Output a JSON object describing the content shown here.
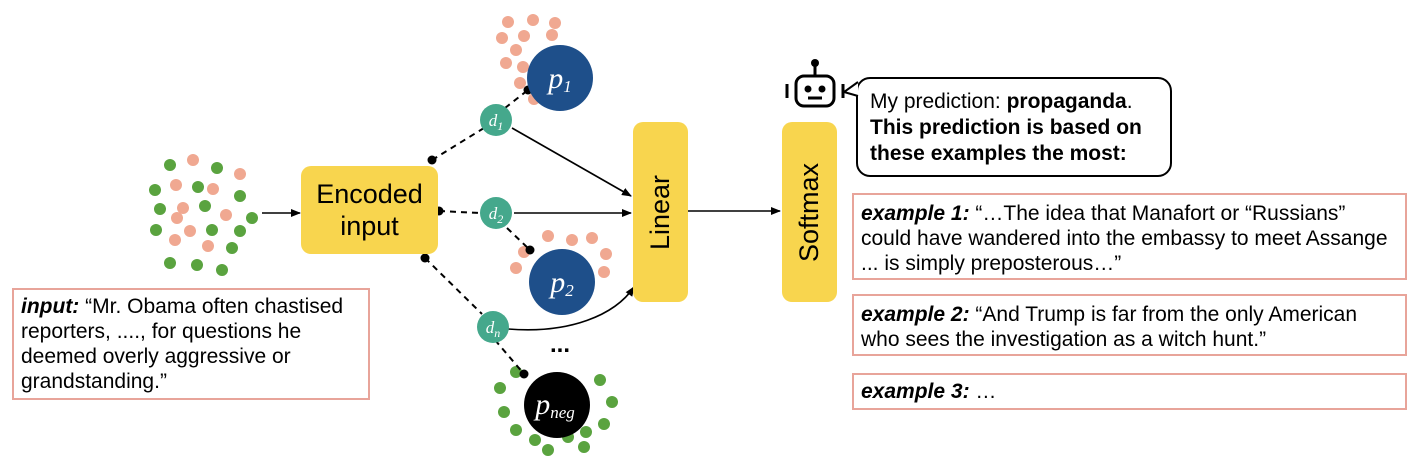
{
  "encoder_label": "Encoded input",
  "linear_label": "Linear",
  "softmax_label": "Softmax",
  "prototypes": {
    "p1": "p",
    "p1_sub": "1",
    "p2": "p",
    "p2_sub": "2",
    "pneg": "p",
    "pneg_sub": "neg"
  },
  "distances": {
    "d1": "d",
    "d1_sub": "1",
    "d2": "d",
    "d2_sub": "2",
    "dn": "d",
    "dn_sub": "n"
  },
  "ellipsis": "...",
  "input_box": {
    "label": "input:",
    "text": " “Mr. Obama often chastised reporters, ...., for questions he deemed overly aggressive or grandstanding.”"
  },
  "bubble": {
    "line1_prefix": "My prediction: ",
    "line1_bold": "propaganda",
    "line1_suffix": ".",
    "line2": "This prediction is based on",
    "line3": "these examples the most:"
  },
  "examples": [
    {
      "label": "example 1:",
      "text": " “…The idea that Manafort or “Russians” could have wandered into the embassy to meet Assange ... is simply preposterous…”"
    },
    {
      "label": "example 2:",
      "text": " “And Trump is far from the only American who sees the investigation as a witch hunt.”"
    },
    {
      "label": "example 3:",
      "text": " …"
    }
  ],
  "colors": {
    "green": "#5aa33f",
    "salmon": "#f0a891",
    "teal": "#45a88c",
    "navy": "#1e4f8a",
    "yellow": "#f8d54e",
    "box_border": "#e8a49a"
  }
}
